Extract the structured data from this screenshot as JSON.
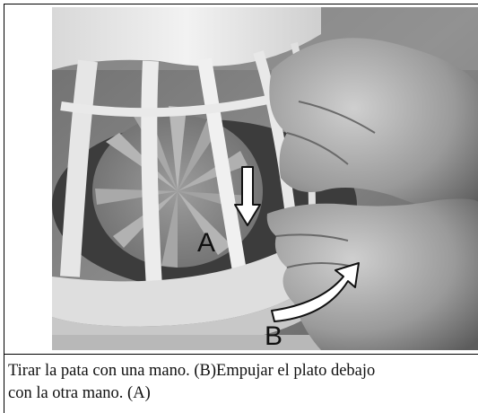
{
  "figure": {
    "labels": {
      "a": "A",
      "b": "B"
    }
  },
  "caption": {
    "line1": "Tirar la pata con una mano. (B)Empujar el plato debajo",
    "line2": "con la otra mano. (A)"
  }
}
